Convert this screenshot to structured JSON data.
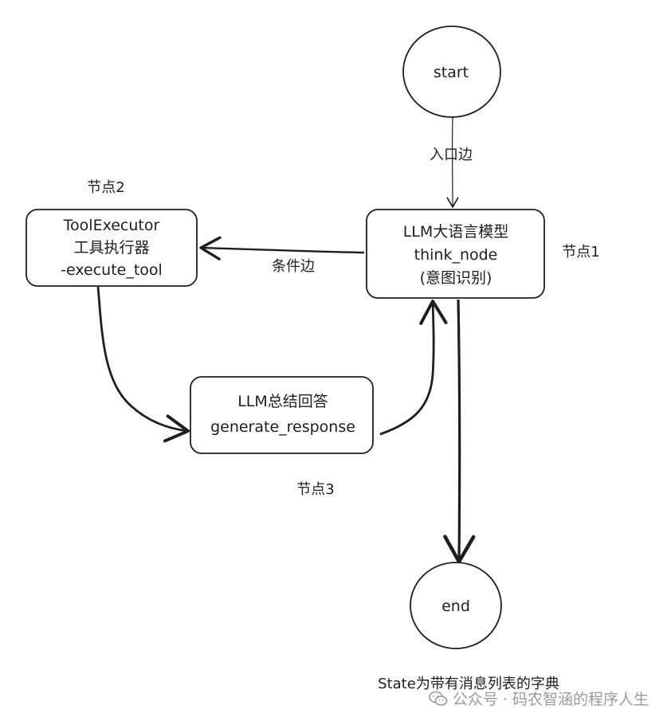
{
  "diagram": {
    "nodes": {
      "start": {
        "label": "start"
      },
      "end": {
        "label": "end"
      },
      "think": {
        "lines": [
          "LLM大语言模型",
          "think_node",
          "(意图识别)"
        ]
      },
      "tool": {
        "lines": [
          "ToolExecutor",
          "工具执行器",
          "-execute_tool"
        ]
      },
      "generate": {
        "lines": [
          "LLM总结回答",
          "generate_response"
        ]
      }
    },
    "labels": {
      "entry_edge": "入口边",
      "conditional_edge": "条件边",
      "node1": "节点1",
      "node2": "节点2",
      "node3": "节点3",
      "state_note": "State为带有消息列表的字典"
    }
  },
  "watermark": {
    "icon": "wechat-icon",
    "text": "公众号 · 码农智涵的程序人生"
  }
}
